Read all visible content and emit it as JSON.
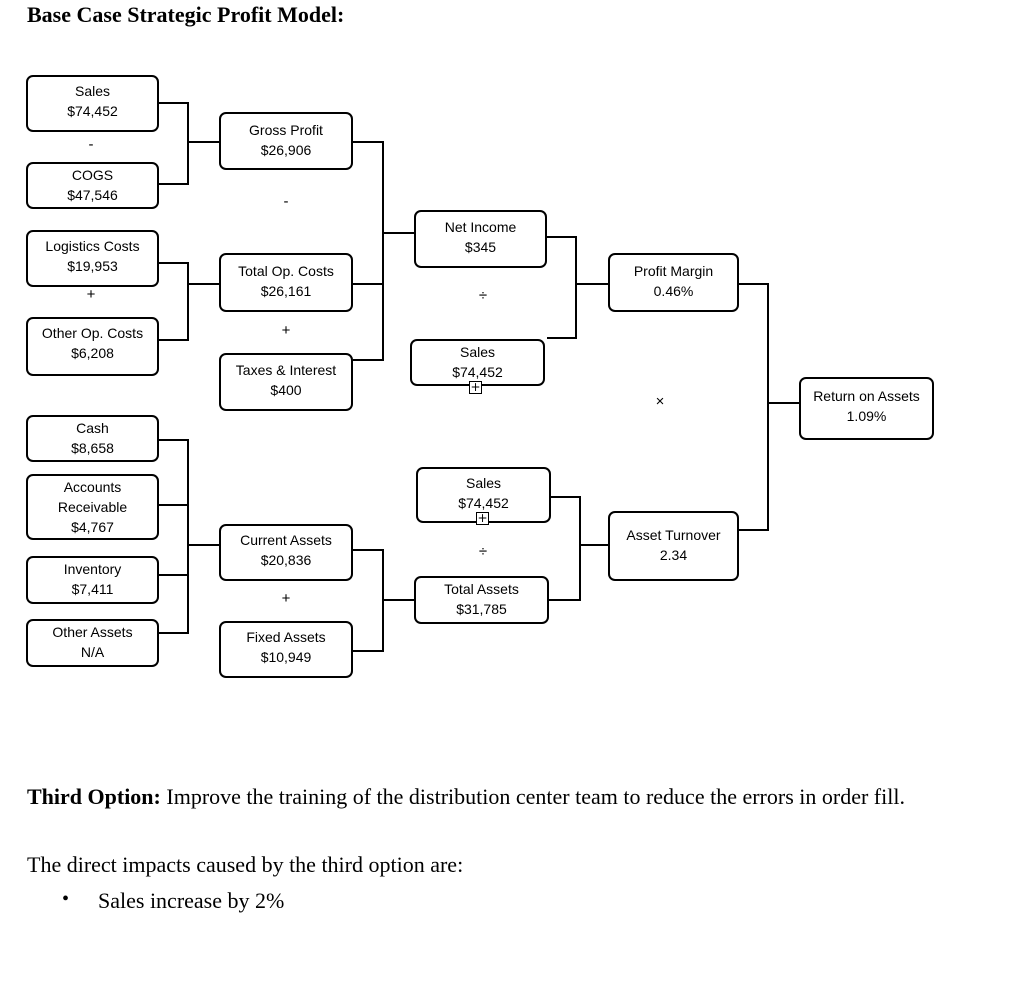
{
  "title": "Base Case Strategic Profit Model:",
  "nodes": {
    "sales": {
      "label": "Sales",
      "value": "$74,452"
    },
    "cogs": {
      "label": "COGS",
      "value": "$47,546"
    },
    "logistics_costs": {
      "label": "Logistics Costs",
      "value": "$19,953"
    },
    "other_op_costs": {
      "label": "Other Op. Costs",
      "value": "$6,208"
    },
    "cash": {
      "label": "Cash",
      "value": "$8,658"
    },
    "accounts_receivable": {
      "label": "Accounts",
      "label2": "Receivable",
      "value": "$4,767"
    },
    "inventory": {
      "label": "Inventory",
      "value": "$7,411"
    },
    "other_assets": {
      "label": "Other Assets",
      "value": "N/A"
    },
    "gross_profit": {
      "label": "Gross Profit",
      "value": "$26,906"
    },
    "total_op_costs": {
      "label": "Total Op. Costs",
      "value": "$26,161"
    },
    "taxes_interest": {
      "label": "Taxes & Interest",
      "value": "$400"
    },
    "current_assets": {
      "label": "Current Assets",
      "value": "$20,836"
    },
    "fixed_assets": {
      "label": "Fixed Assets",
      "value": "$10,949"
    },
    "net_income": {
      "label": "Net Income",
      "value": "$345"
    },
    "sales_pm": {
      "label": "Sales",
      "value": "$74,452"
    },
    "sales_at": {
      "label": "Sales",
      "value": "$74,452"
    },
    "total_assets": {
      "label": "Total Assets",
      "value": "$31,785"
    },
    "profit_margin": {
      "label": "Profit Margin",
      "value": "0.46%"
    },
    "asset_turnover": {
      "label": "Asset Turnover",
      "value": "2.34"
    },
    "return_on_assets": {
      "label": "Return on Assets",
      "value": "1.09%"
    }
  },
  "operators": {
    "minus": "-",
    "plus": "+",
    "divide": "÷",
    "times": "×"
  },
  "text": {
    "option_heading": "Third Option:",
    "option_body": " Improve the training of the distribution center team to reduce the errors in order fill.",
    "impacts_intro": "The direct impacts caused by the third option are:",
    "bullet": "•",
    "impact_1": "Sales increase by 2%"
  }
}
